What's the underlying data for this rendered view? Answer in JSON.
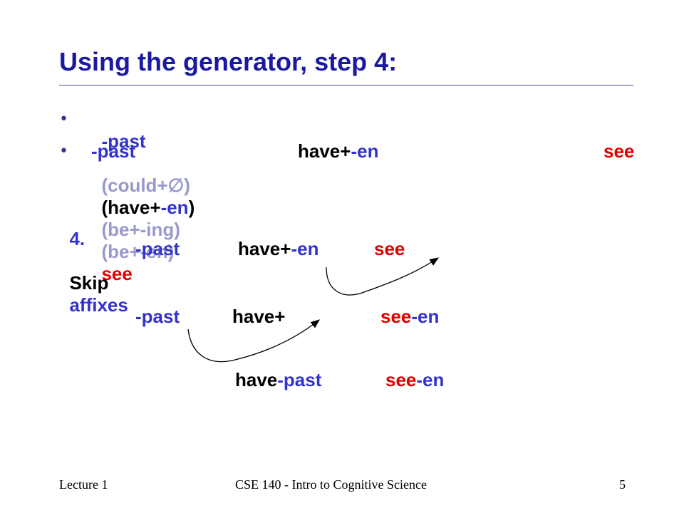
{
  "slide": {
    "title": "Using the generator, step 4:",
    "bullet_glyph": "•",
    "line1": {
      "past": "-past",
      "could": "(could+∅)",
      "have_open": "(have+",
      "en": "-en",
      "close": ")",
      "be_ing": "(be+-ing)",
      "be_en": "(be+-en)",
      "see": "see"
    },
    "line2": {
      "past": "-past",
      "have": "have+",
      "en": "-en",
      "see": "see"
    },
    "step": {
      "number": "4.",
      "skip": "Skip",
      "affixes": "affixes"
    },
    "row_a": {
      "past": "-past",
      "have": "have+",
      "en": "-en",
      "see": "see"
    },
    "row_b": {
      "past": "-past",
      "have": "have+",
      "see": "see",
      "en": "-en"
    },
    "row_c": {
      "have": "have",
      "past": "-past",
      "see": "see",
      "en": "-en"
    }
  },
  "footer": {
    "left": "Lecture 1",
    "center": "CSE 140 - Intro to Cognitive Science",
    "right": "5"
  },
  "colors": {
    "title": "#1a1aa0",
    "affix_blue": "#3333cc",
    "grey": "#9999cc",
    "red": "#e00000"
  }
}
